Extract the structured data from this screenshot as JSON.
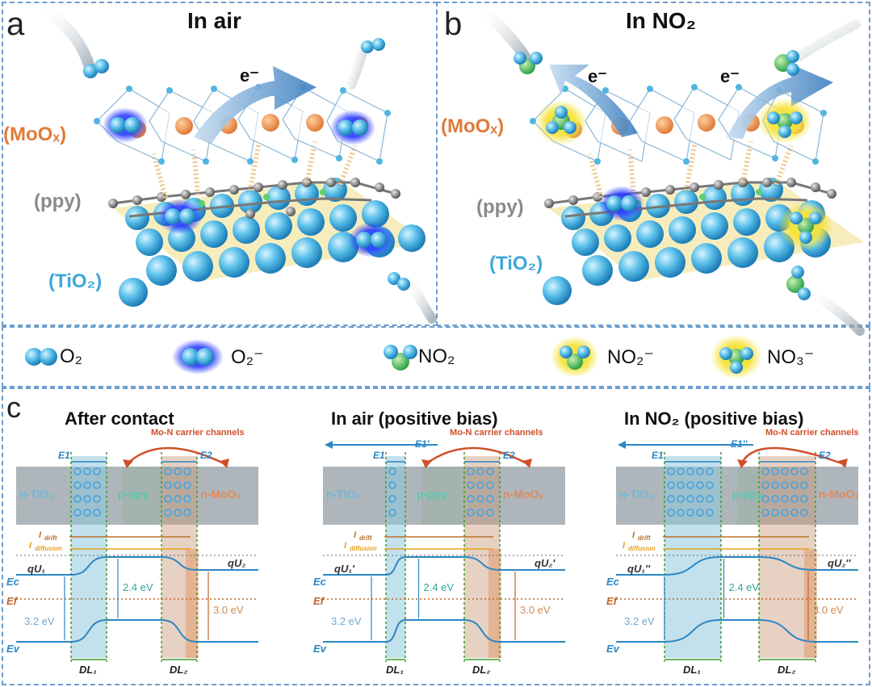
{
  "panels": {
    "a": {
      "letter": "a",
      "title": "In air",
      "electron": "e⁻",
      "moox": "(MoOₓ)",
      "ppy": "(ppy)",
      "tio2": "(TiO₂)"
    },
    "b": {
      "letter": "b",
      "title": "In NO₂",
      "electron": "e⁻",
      "moox": "(MoOₓ)",
      "ppy": "(ppy)",
      "tio2": "(TiO₂)"
    },
    "c": {
      "letter": "c"
    }
  },
  "legend": [
    {
      "icon": "o2-molecule-icon",
      "label": "O₂"
    },
    {
      "icon": "o2-ion-icon",
      "label": "O₂⁻"
    },
    {
      "icon": "no2-molecule-icon",
      "label": "NO₂"
    },
    {
      "icon": "no2-ion-icon",
      "label": "NO₂⁻"
    },
    {
      "icon": "no3-ion-icon",
      "label": "NO₃⁻"
    }
  ],
  "band_diagrams": [
    {
      "title": "After contact",
      "channels": "Mo-N carrier channels",
      "e1": "E1",
      "e2": "E2",
      "e1_shift": "",
      "n_tio2": "n-TiO₂",
      "p_ppy": "p-ppy",
      "n_moo": "n-MoOₓ",
      "idrift": "I",
      "idrift_sub": "drift",
      "idiff": "I",
      "idiff_sub": "diffusion",
      "qu1": "qU₁",
      "qu2": "qU₂",
      "ec": "Ec",
      "ef": "Ef",
      "ev": "Ev",
      "gap_tio2": "3.2 eV",
      "gap_ppy": "2.4 eV",
      "gap_moo": "3.0 eV",
      "dl1": "DL₁",
      "dl2": "DL₂"
    },
    {
      "title": "In air (positive bias)",
      "channels": "Mo-N carrier channels",
      "e1": "E1",
      "e2": "E2",
      "e1_shift": "E1'",
      "n_tio2": "n-TiO₂",
      "p_ppy": "p-ppy",
      "n_moo": "n-MoOₓ",
      "idrift": "I",
      "idrift_sub": "drift",
      "idiff": "I",
      "idiff_sub": "diffusion",
      "qu1": "qU₁'",
      "qu2": "qU₂'",
      "ec": "Ec",
      "ef": "Ef",
      "ev": "Ev",
      "gap_tio2": "3.2 eV",
      "gap_ppy": "2.4 eV",
      "gap_moo": "3.0 eV",
      "dl1": "DL₁",
      "dl2": "DL₂"
    },
    {
      "title": "In NO₂ (positive bias)",
      "channels": "Mo-N carrier channels",
      "e1": "E1",
      "e2": "E2",
      "e1_shift": "E1''",
      "n_tio2": "n-TiO₂",
      "p_ppy": "p-ppy",
      "n_moo": "n-MoOₓ",
      "idrift": "I",
      "idrift_sub": "drift",
      "idiff": "I",
      "idiff_sub": "diffusion",
      "qu1": "qU₁''",
      "qu2": "qU₂''",
      "ec": "Ec",
      "ef": "Ef",
      "ev": "Ev",
      "gap_tio2": "3.2 eV",
      "gap_ppy": "2.4 eV",
      "gap_moo": "3.0 eV",
      "dl1": "DL₁",
      "dl2": "DL₂"
    }
  ],
  "colors": {
    "frame": "#6d9fd0",
    "tio2": "#3ea8d8",
    "moox": "#e07b3a",
    "ppy": "#8a8a8a",
    "band": "#2c86c4",
    "fermi": "#c0642a",
    "channel_arrow": "#d0502a",
    "drift": "#b8702a",
    "diffusion": "#e6a21c",
    "dl": "#3a9a2a"
  }
}
